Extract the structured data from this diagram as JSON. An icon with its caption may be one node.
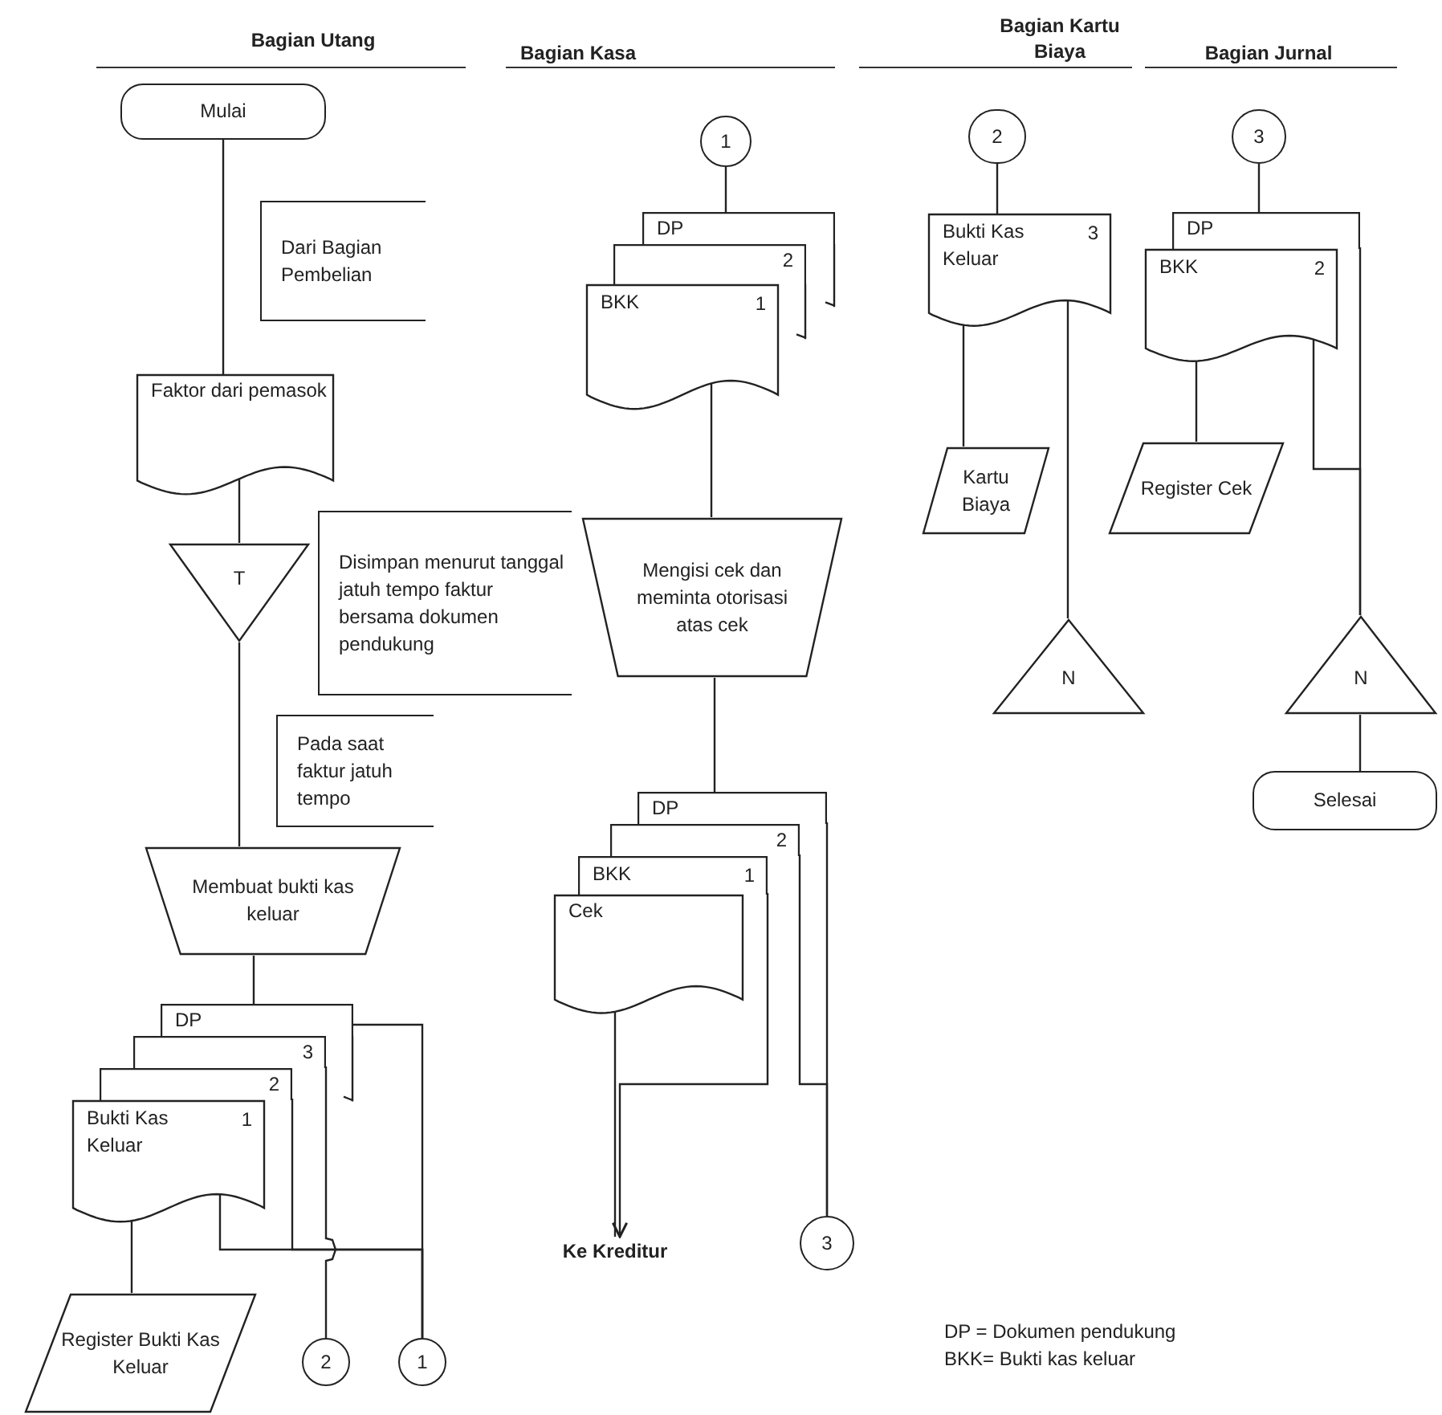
{
  "diagram": {
    "nodes": [
      {
        "text": [
          "Mulai"
        ]
      },
      {
        "text": [
          "Dari Bagian Pembelian"
        ]
      },
      {
        "text": [
          "Faktor dari pemasok"
        ]
      },
      {
        "text": [
          "T"
        ]
      },
      {
        "text": [
          "Disimpan menurut tanggal jatuh tempo faktur bersama dokumen pendukung"
        ]
      },
      {
        "text": [
          "Pada saat faktur jatuh tempo"
        ]
      },
      {
        "text": [
          "Membuat bukti kas keluar"
        ]
      },
      {
        "text": [
          "DP"
        ]
      },
      {
        "text": [
          "3"
        ]
      },
      {
        "text": [
          "2"
        ]
      },
      {
        "text": [
          "Bukti Kas Keluar",
          "1"
        ]
      },
      {
        "text": [
          "Register Bukti Kas Keluar"
        ]
      },
      {
        "text": [
          "2"
        ]
      },
      {
        "text": [
          "1"
        ]
      },
      {
        "text": [
          "1"
        ]
      },
      {
        "text": [
          "DP"
        ]
      },
      {
        "text": [
          "2"
        ]
      },
      {
        "text": [
          "BKK",
          "1"
        ]
      },
      {
        "text": [
          "Mengisi cek dan meminta otorisasi atas cek"
        ]
      },
      {
        "text": [
          "DP"
        ]
      },
      {
        "text": [
          "2"
        ]
      },
      {
        "text": [
          "BKK",
          "1"
        ]
      },
      {
        "text": [
          "Cek"
        ]
      },
      {
        "text": [
          "Ke Kreditur"
        ]
      },
      {
        "text": [
          "3"
        ]
      },
      {
        "text": [
          "2"
        ]
      },
      {
        "text": [
          "Bukti Kas Keluar",
          "3"
        ]
      },
      {
        "text": [
          "Kartu Biaya"
        ]
      },
      {
        "text": [
          "N"
        ]
      },
      {
        "text": [
          "3"
        ]
      },
      {
        "text": [
          "DP"
        ]
      },
      {
        "text": [
          "BKK",
          "2"
        ]
      },
      {
        "text": [
          "Register Cek"
        ]
      },
      {
        "text": [
          "N"
        ]
      },
      {
        "text": [
          "Selesai"
        ]
      }
    ],
    "edges": [
      {
        "from": 0,
        "to": 2,
        "arrow": "none"
      },
      {
        "from": 2,
        "to": 3,
        "arrow": "none"
      },
      {
        "from": 3,
        "to": 6,
        "arrow": "none"
      },
      {
        "from": 6,
        "to": 7,
        "arrow": "none"
      },
      {
        "from": 10,
        "to": 11,
        "arrow": "none"
      },
      {
        "from": 7,
        "to": 13,
        "arrow": "none"
      },
      {
        "from": 9,
        "to": 13,
        "arrow": "none"
      },
      {
        "from": 10,
        "to": 13,
        "arrow": "none"
      },
      {
        "from": 8,
        "to": 12,
        "arrow": "none"
      },
      {
        "from": 14,
        "to": 15,
        "arrow": "none"
      },
      {
        "from": 17,
        "to": 18,
        "arrow": "none"
      },
      {
        "from": 18,
        "to": 19,
        "arrow": "none"
      },
      {
        "from": 22,
        "to": 23,
        "arrow": "none"
      },
      {
        "from": 21,
        "to": 23,
        "arrow": "to"
      },
      {
        "from": 20,
        "to": 24,
        "arrow": "none"
      },
      {
        "from": 19,
        "to": 24,
        "arrow": "none"
      },
      {
        "from": 25,
        "to": 26,
        "arrow": "none"
      },
      {
        "from": 26,
        "to": 27,
        "arrow": "none"
      },
      {
        "from": 26,
        "to": 28,
        "arrow": "none"
      },
      {
        "from": 29,
        "to": 30,
        "arrow": "none"
      },
      {
        "from": 31,
        "to": 32,
        "arrow": "none"
      },
      {
        "from": 31,
        "to": 33,
        "arrow": "none"
      },
      {
        "from": 30,
        "to": 33,
        "arrow": "none"
      },
      {
        "from": 33,
        "to": 34,
        "arrow": "none"
      }
    ],
    "labels": [
      "Bagian Utang",
      "Bagian Kasa",
      "Bagian Kartu Biaya",
      "Bagian Jurnal",
      "DP = Dokumen pendukung",
      "BKK= Bukti kas keluar"
    ]
  }
}
